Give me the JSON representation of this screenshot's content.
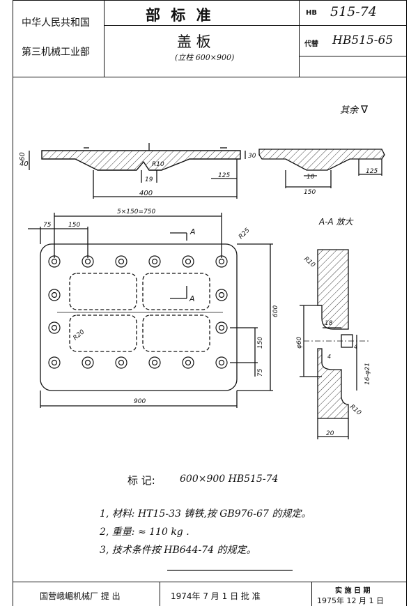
{
  "header": {
    "org_line1": "中华人民共和国",
    "org_line2": "第三机械工业部",
    "standard_type": "部  标  准",
    "part_name": "盖  板",
    "part_spec": "(立柱 600×900)",
    "hb_label": "HB",
    "hb_number": "515-74",
    "replace_label": "代替",
    "replace_number": "HB515-65"
  },
  "drawing": {
    "surface_note": "其余",
    "surface_symbol": "∇",
    "section_title": "A-A 放大",
    "dims": {
      "d40": "40",
      "d60": "60",
      "r10a": "R10",
      "d19": "19",
      "d125a": "125",
      "d30": "30",
      "d400": "400",
      "d10": "10",
      "d125b": "125",
      "d150a": "150",
      "d5x150": "5×150=750",
      "d75a": "75",
      "d150b": "150",
      "r25": "R25",
      "label_a1": "A",
      "label_a2": "A",
      "d600": "600",
      "r20": "R20",
      "d150c": "150",
      "d75b": "75",
      "d900": "900",
      "r10b": "R10",
      "d18": "18",
      "phi60": "φ60",
      "v4a": "4",
      "v4b": "4",
      "d16": "16-φ21",
      "r10c": "R10",
      "d20": "20",
      "sym_tri": "▽"
    }
  },
  "marking": {
    "label": "标  记:",
    "value": "600×900  HB515-74"
  },
  "notes": [
    "1, 材料: HT15-33 铸铁,按 GB976-67 的规定。",
    "2, 重量: ≈ 110 kg .",
    "3, 技术条件按 HB644-74 的规定。"
  ],
  "footer": {
    "proposer": "国营峨嵋机械厂 提 出",
    "approval": "1974年 7 月 1 日 批 准",
    "impl_label": "实 施 日 期",
    "impl_date": "1975年 12 月 1 日"
  }
}
